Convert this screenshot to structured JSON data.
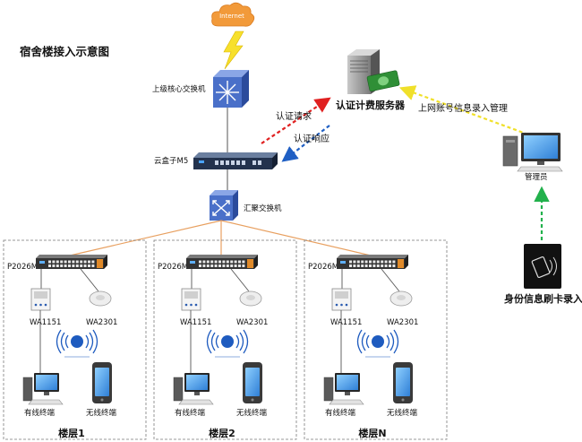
{
  "title": "宿舍楼接入示意图",
  "internet": "Internet",
  "core_switch": "上级核心交换机",
  "cloud_box": "云盒子M5",
  "aggregation_switch": "汇聚交换机",
  "auth_server": "认证计费服务器",
  "auth_request": "认证请求",
  "auth_response": "认证响应",
  "account_mgmt": "上网账号信息录入管理",
  "admin": "管理员",
  "card_entry": "身份信息刷卡录入",
  "floors": [
    {
      "label": "楼层1",
      "switch_model": "P2026M",
      "ap_panel": "WA1151",
      "ap_ceiling": "WA2301",
      "wired_terminal": "有线终端",
      "wireless_terminal": "无线终端"
    },
    {
      "label": "楼层2",
      "switch_model": "P2026M",
      "ap_panel": "WA1151",
      "ap_ceiling": "WA2301",
      "wired_terminal": "有线终端",
      "wireless_terminal": "无线终端"
    },
    {
      "label": "楼层N",
      "switch_model": "P2026M",
      "ap_panel": "WA1151",
      "ap_ceiling": "WA2301",
      "wired_terminal": "有线终端",
      "wireless_terminal": "无线终端"
    }
  ],
  "colors": {
    "request_arrow": "#e02020",
    "response_arrow": "#1f5fc4",
    "mgmt_arrow": "#f0e02a",
    "card_arrow": "#22b14c",
    "floor_links": "#e8a060"
  }
}
